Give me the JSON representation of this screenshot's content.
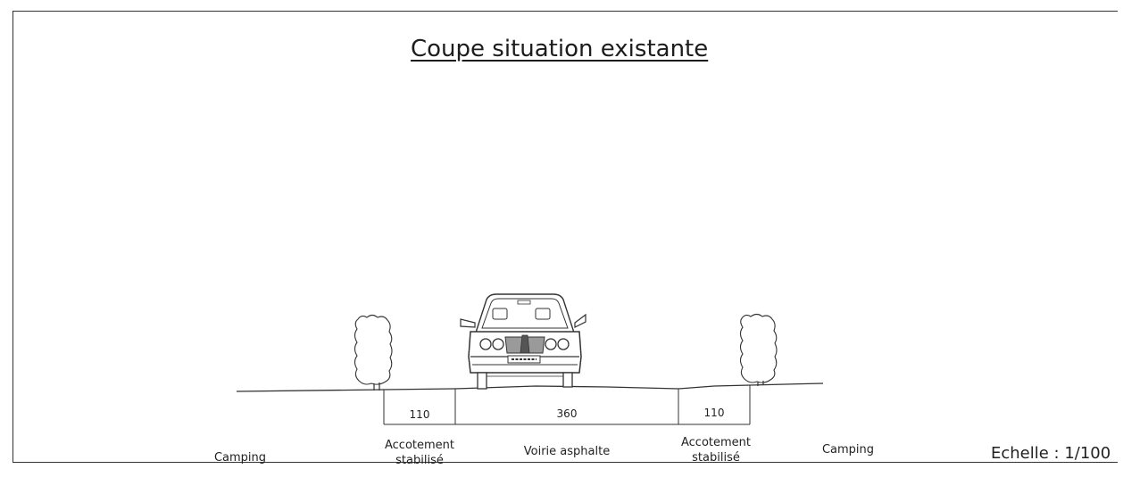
{
  "title": "Coupe situation existante",
  "dimensions": {
    "left_shoulder": "110",
    "road": "360",
    "right_shoulder": "110"
  },
  "labels": {
    "camping_left": "Camping",
    "shoulder_left_line1": "Accotement",
    "shoulder_left_line2": "stabilisé",
    "road": "Voirie asphalte",
    "shoulder_right_line1": "Accotement",
    "shoulder_right_line2": "stabilisé",
    "camping_right": "Camping"
  },
  "scale": "Echelle : 1/100",
  "icons": [
    "tree-icon",
    "car-icon"
  ]
}
